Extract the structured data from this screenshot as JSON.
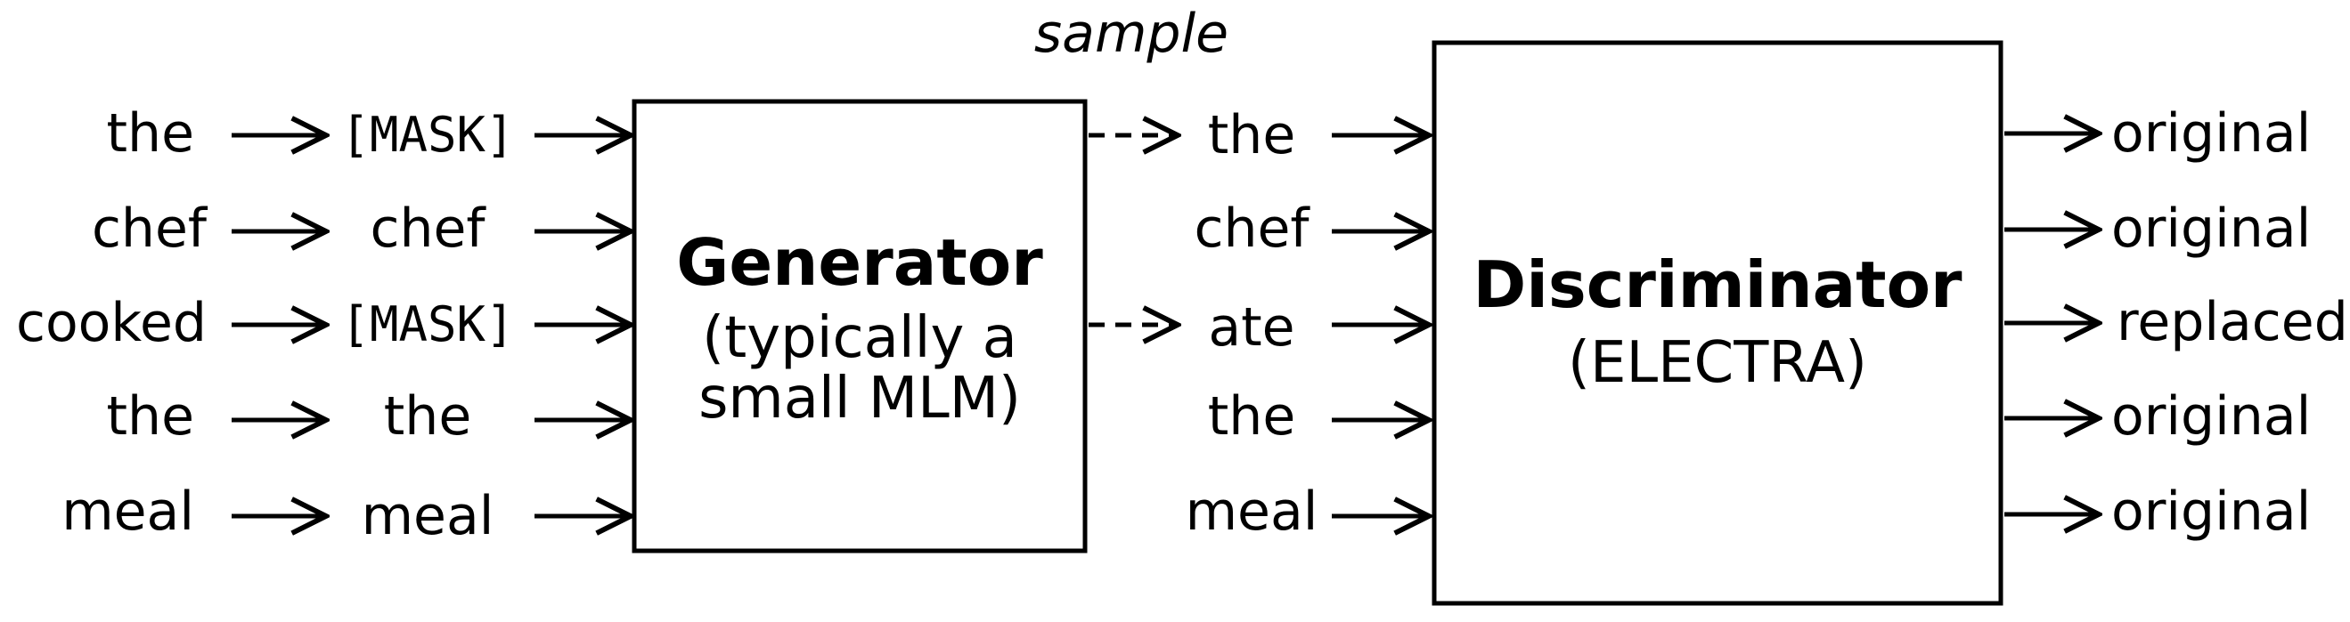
{
  "sample_label": "sample",
  "input_tokens": [
    "the",
    "chef",
    "cooked",
    "the",
    "meal"
  ],
  "masked_tokens": [
    "[MASK]",
    "chef",
    "[MASK]",
    "the",
    "meal"
  ],
  "sampled_tokens": [
    "the",
    "chef",
    "ate",
    "the",
    "meal"
  ],
  "output_labels": [
    "original",
    "original",
    "replaced",
    "original",
    "original"
  ],
  "generator": {
    "title": "Generator",
    "subtitle_line1": "(typically a",
    "subtitle_line2": "small MLM)"
  },
  "discriminator": {
    "title": "Discriminator",
    "subtitle": "(ELECTRA)"
  },
  "sampled_rows": [
    0,
    2
  ]
}
